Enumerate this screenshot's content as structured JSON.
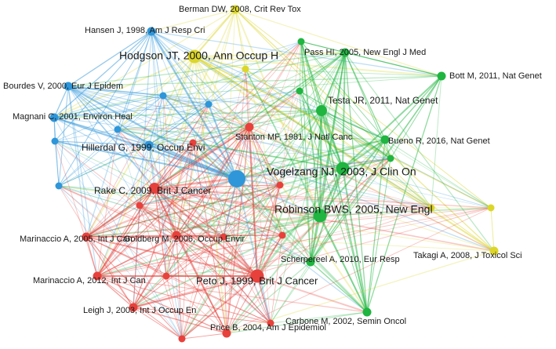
{
  "colors": {
    "red": "#e8413c",
    "green": "#1fb540",
    "blue": "#2e96d9",
    "yellow": "#dcd62a"
  },
  "nodes": [
    {
      "id": "hodgson",
      "label": "Hodgson JT, 2000, Ann Occup H",
      "cluster": "yellow",
      "weight": 3
    },
    {
      "id": "berman",
      "label": "Berman DW, 2008, Crit Rev Tox",
      "cluster": "yellow",
      "weight": 1
    },
    {
      "id": "hansen",
      "label": "Hansen J, 1998, Am J Resp Cri",
      "cluster": "blue",
      "weight": 1
    },
    {
      "id": "pass",
      "label": "Pass HI, 2005, New Engl J Med",
      "cluster": "green",
      "weight": 1
    },
    {
      "id": "bott",
      "label": "Bott M, 2011, Nat Genet",
      "cluster": "green",
      "weight": 1
    },
    {
      "id": "bourdes",
      "label": "Bourdes V, 2000, Eur J Epidem",
      "cluster": "blue",
      "weight": 1
    },
    {
      "id": "testa",
      "label": "Testa JR, 2011, Nat Genet",
      "cluster": "green",
      "weight": 2
    },
    {
      "id": "magnani",
      "label": "Magnani C, 2001, Environ Heal",
      "cluster": "blue",
      "weight": 1
    },
    {
      "id": "stanton",
      "label": "Stanton MF, 1981, J Natl Canc",
      "cluster": "red",
      "weight": 1
    },
    {
      "id": "hillerdal",
      "label": "Hillerdal G, 1999, Occup Envi",
      "cluster": "blue",
      "weight": 1
    },
    {
      "id": "bueno",
      "label": "Bueno R, 2016, Nat Genet",
      "cluster": "green",
      "weight": 1
    },
    {
      "id": "vogelzang",
      "label": "Vogelzang NJ, 2003, J Clin On",
      "cluster": "green",
      "weight": 3
    },
    {
      "id": "rake",
      "label": "Rake C, 2009, Brit J Cancer",
      "cluster": "red",
      "weight": 2
    },
    {
      "id": "robinson",
      "label": "Robinson BWS, 2005, New Engl",
      "cluster": "green",
      "weight": 3
    },
    {
      "id": "marinaccio2005",
      "label": "Marinaccio A, 2005, Int J Can",
      "cluster": "red",
      "weight": 1
    },
    {
      "id": "goldberg",
      "label": "Goldberg M, 2006, Occup Envir",
      "cluster": "red",
      "weight": 1
    },
    {
      "id": "takagi",
      "label": "Takagi A, 2008, J Toxicol Sci",
      "cluster": "yellow",
      "weight": 1
    },
    {
      "id": "scherpereel",
      "label": "Scherpereel A, 2010, Eur Resp",
      "cluster": "green",
      "weight": 1
    },
    {
      "id": "marinaccio2012",
      "label": "Marinaccio A, 2012, Int J Can",
      "cluster": "red",
      "weight": 1
    },
    {
      "id": "peto",
      "label": "Peto J, 1999, Brit J Cancer",
      "cluster": "red",
      "weight": 3
    },
    {
      "id": "leigh",
      "label": "Leigh J, 2003, Int J Occup En",
      "cluster": "red",
      "weight": 1
    },
    {
      "id": "carbone",
      "label": "Carbone M, 2002, Semin Oncol",
      "cluster": "green",
      "weight": 1
    },
    {
      "id": "price",
      "label": "Price B, 2004, Am J Epidemiol",
      "cluster": "red",
      "weight": 1
    },
    {
      "id": "center",
      "label": "",
      "cluster": "blue",
      "weight": 4
    },
    {
      "id": "b1",
      "label": "",
      "cluster": "blue",
      "weight": 0
    },
    {
      "id": "b2",
      "label": "",
      "cluster": "blue",
      "weight": 0
    },
    {
      "id": "b3",
      "label": "",
      "cluster": "blue",
      "weight": 0
    },
    {
      "id": "b4",
      "label": "",
      "cluster": "blue",
      "weight": 0
    },
    {
      "id": "b5",
      "label": "",
      "cluster": "blue",
      "weight": 0
    },
    {
      "id": "r1",
      "label": "",
      "cluster": "red",
      "weight": 0
    },
    {
      "id": "r2",
      "label": "",
      "cluster": "red",
      "weight": 0
    },
    {
      "id": "r3",
      "label": "",
      "cluster": "red",
      "weight": 0
    },
    {
      "id": "r4",
      "label": "",
      "cluster": "red",
      "weight": 0
    },
    {
      "id": "r5",
      "label": "",
      "cluster": "red",
      "weight": 0
    },
    {
      "id": "r6",
      "label": "",
      "cluster": "red",
      "weight": 0
    },
    {
      "id": "r7",
      "label": "",
      "cluster": "red",
      "weight": 0
    },
    {
      "id": "r8",
      "label": "",
      "cluster": "red",
      "weight": 0
    },
    {
      "id": "g1",
      "label": "",
      "cluster": "green",
      "weight": 0
    },
    {
      "id": "g2",
      "label": "",
      "cluster": "green",
      "weight": 0
    },
    {
      "id": "g3",
      "label": "",
      "cluster": "green",
      "weight": 0
    },
    {
      "id": "y1",
      "label": "",
      "cluster": "yellow",
      "weight": 0
    },
    {
      "id": "y2",
      "label": "",
      "cluster": "yellow",
      "weight": 0
    },
    {
      "id": "y3",
      "label": "",
      "cluster": "yellow",
      "weight": 0
    }
  ]
}
